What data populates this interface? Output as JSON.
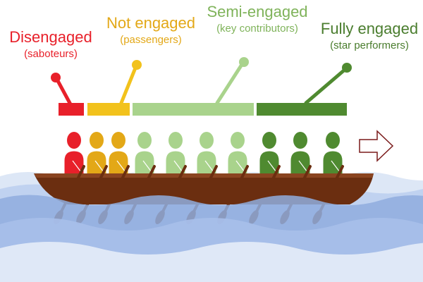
{
  "colors": {
    "disengaged": "#e8202a",
    "not_engaged": "#e3a817",
    "semi_engaged": "#a9d38c",
    "fully_engaged": "#4f8a30",
    "canoe": "#6b2e10",
    "water_light": "#c9d9f2",
    "water_dark": "#7f9fd9"
  },
  "groups": [
    {
      "key": "disengaged",
      "label": "Disengaged",
      "sublabel": "(saboteurs)",
      "rowers": 1,
      "color": "#e8202a"
    },
    {
      "key": "not_engaged",
      "label": "Not engaged",
      "sublabel": "(passengers)",
      "rowers": 2,
      "color": "#e3a817"
    },
    {
      "key": "semi_engaged",
      "label": "Semi-engaged",
      "sublabel": "(key contributors)",
      "rowers": 4,
      "color": "#a9d38c"
    },
    {
      "key": "fully_engaged",
      "label": "Fully engaged",
      "sublabel": "(star performers)",
      "rowers": 3,
      "color": "#4f8a30"
    }
  ],
  "icons": {
    "direction": "arrow-right-icon",
    "lever": "lever-icon",
    "rower": "rower-icon"
  }
}
